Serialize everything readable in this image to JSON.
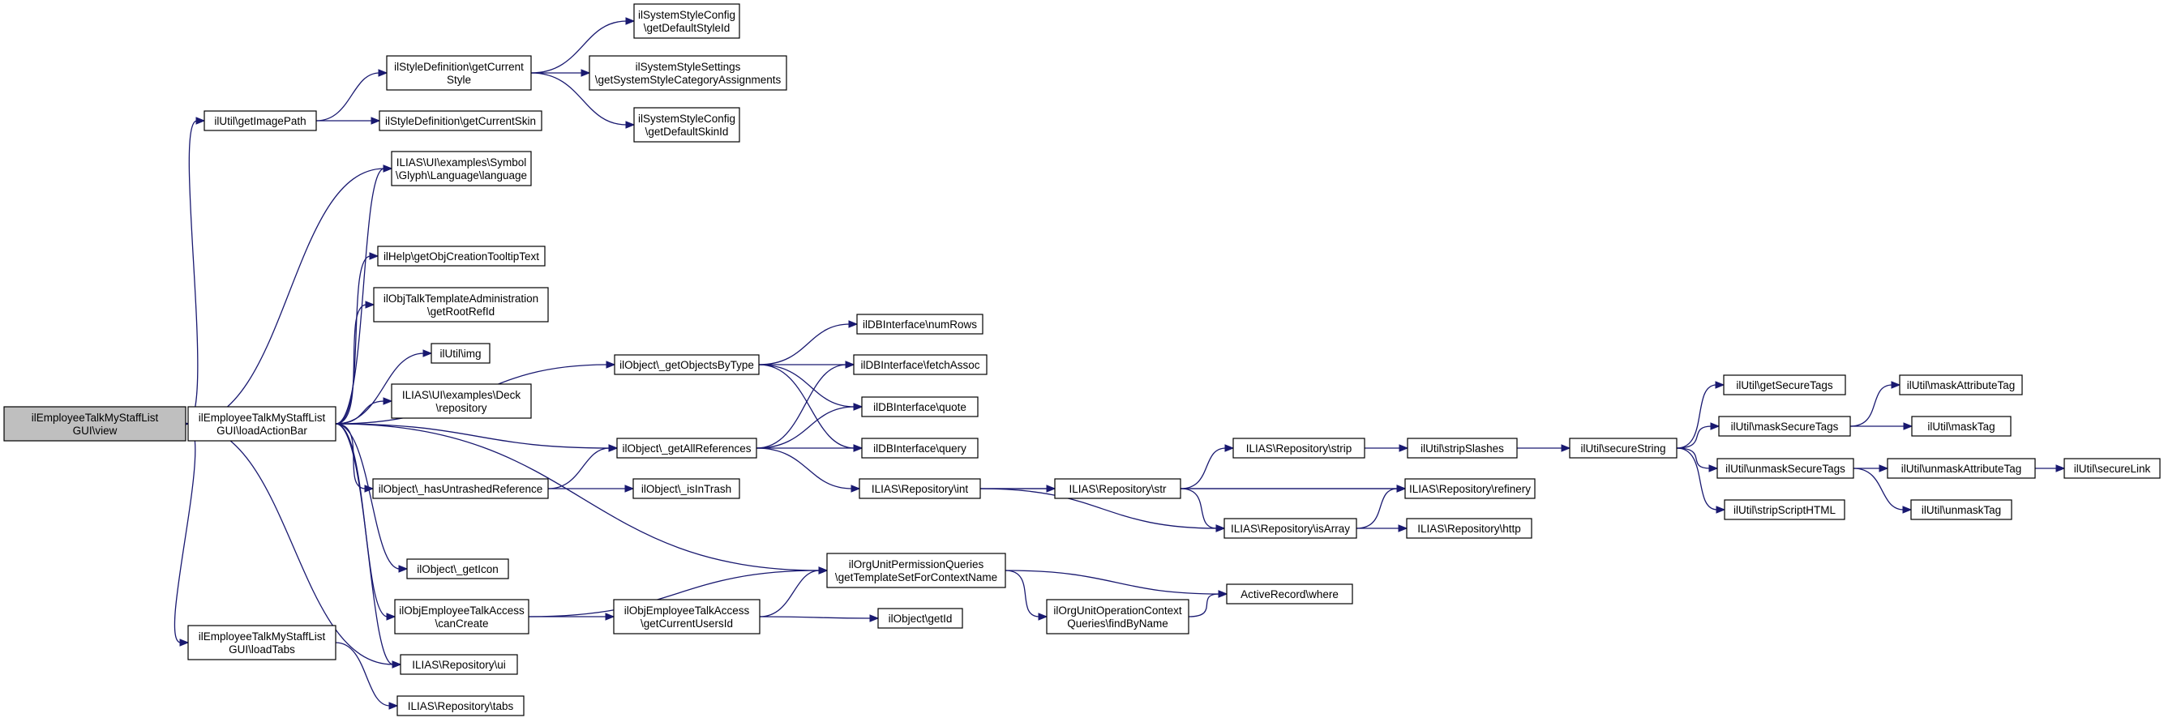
{
  "nodes": [
    {
      "id": "root",
      "lines": [
        "ilEmployeeTalkMyStaffList",
        "GUI\\view"
      ],
      "root": true
    },
    {
      "id": "getImagePath",
      "lines": [
        "ilUtil\\getImagePath"
      ]
    },
    {
      "id": "loadActionBar",
      "lines": [
        "ilEmployeeTalkMyStaffList",
        "GUI\\loadActionBar"
      ]
    },
    {
      "id": "loadTabs",
      "lines": [
        "ilEmployeeTalkMyStaffList",
        "GUI\\loadTabs"
      ]
    },
    {
      "id": "getCurrentStyle",
      "lines": [
        "ilStyleDefinition\\getCurrent",
        "Style"
      ]
    },
    {
      "id": "getCurrentSkin",
      "lines": [
        "ilStyleDefinition\\getCurrentSkin"
      ]
    },
    {
      "id": "getDefaultStyleId",
      "lines": [
        "ilSystemStyleConfig",
        "\\getDefaultStyleId"
      ]
    },
    {
      "id": "getSystemStyleCategoryAssignments",
      "lines": [
        "ilSystemStyleSettings",
        "\\getSystemStyleCategoryAssignments"
      ]
    },
    {
      "id": "getDefaultSkinId",
      "lines": [
        "ilSystemStyleConfig",
        "\\getDefaultSkinId"
      ]
    },
    {
      "id": "language",
      "lines": [
        "ILIAS\\UI\\examples\\Symbol",
        "\\Glyph\\Language\\language"
      ]
    },
    {
      "id": "tooltip",
      "lines": [
        "ilHelp\\getObjCreationTooltipText"
      ]
    },
    {
      "id": "getRootRefId",
      "lines": [
        "ilObjTalkTemplateAdministration",
        "\\getRootRefId"
      ]
    },
    {
      "id": "img",
      "lines": [
        "ilUtil\\img"
      ]
    },
    {
      "id": "deckRepo",
      "lines": [
        "ILIAS\\UI\\examples\\Deck",
        "\\repository"
      ]
    },
    {
      "id": "hasUntrashed",
      "lines": [
        "ilObject\\_hasUntrashedReference"
      ]
    },
    {
      "id": "getIcon",
      "lines": [
        "ilObject\\_getIcon"
      ]
    },
    {
      "id": "canCreate",
      "lines": [
        "ilObjEmployeeTalkAccess",
        "\\canCreate"
      ]
    },
    {
      "id": "repoUi",
      "lines": [
        "ILIAS\\Repository\\ui"
      ]
    },
    {
      "id": "repoTabs",
      "lines": [
        "ILIAS\\Repository\\tabs"
      ]
    },
    {
      "id": "getObjectsByType",
      "lines": [
        "ilObject\\_getObjectsByType"
      ]
    },
    {
      "id": "getAllReferences",
      "lines": [
        "ilObject\\_getAllReferences"
      ]
    },
    {
      "id": "isInTrash",
      "lines": [
        "ilObject\\_isInTrash"
      ]
    },
    {
      "id": "getTemplateSet",
      "lines": [
        "ilOrgUnitPermissionQueries",
        "\\getTemplateSetForContextName"
      ]
    },
    {
      "id": "getCurrentUsersId",
      "lines": [
        "ilObjEmployeeTalkAccess",
        "\\getCurrentUsersId"
      ]
    },
    {
      "id": "numRows",
      "lines": [
        "ilDBInterface\\numRows"
      ]
    },
    {
      "id": "fetchAssoc",
      "lines": [
        "ilDBInterface\\fetchAssoc"
      ]
    },
    {
      "id": "quote",
      "lines": [
        "ilDBInterface\\quote"
      ]
    },
    {
      "id": "query",
      "lines": [
        "ilDBInterface\\query"
      ]
    },
    {
      "id": "repoInt",
      "lines": [
        "ILIAS\\Repository\\int"
      ]
    },
    {
      "id": "getId",
      "lines": [
        "ilObject\\getId"
      ]
    },
    {
      "id": "findByName",
      "lines": [
        "ilOrgUnitOperationContext",
        "Queries\\findByName"
      ]
    },
    {
      "id": "repoStr",
      "lines": [
        "ILIAS\\Repository\\str"
      ]
    },
    {
      "id": "repoStrip",
      "lines": [
        "ILIAS\\Repository\\strip"
      ]
    },
    {
      "id": "repoIsArray",
      "lines": [
        "ILIAS\\Repository\\isArray"
      ]
    },
    {
      "id": "activeRecordWhere",
      "lines": [
        "ActiveRecord\\where"
      ]
    },
    {
      "id": "stripSlashes",
      "lines": [
        "ilUtil\\stripSlashes"
      ]
    },
    {
      "id": "refinery",
      "lines": [
        "ILIAS\\Repository\\refinery"
      ]
    },
    {
      "id": "http",
      "lines": [
        "ILIAS\\Repository\\http"
      ]
    },
    {
      "id": "secureString",
      "lines": [
        "ilUtil\\secureString"
      ]
    },
    {
      "id": "getSecureTags",
      "lines": [
        "ilUtil\\getSecureTags"
      ]
    },
    {
      "id": "maskSecureTags",
      "lines": [
        "ilUtil\\maskSecureTags"
      ]
    },
    {
      "id": "unmaskSecureTags",
      "lines": [
        "ilUtil\\unmaskSecureTags"
      ]
    },
    {
      "id": "stripScriptHTML",
      "lines": [
        "ilUtil\\stripScriptHTML"
      ]
    },
    {
      "id": "maskAttributeTag",
      "lines": [
        "ilUtil\\maskAttributeTag"
      ]
    },
    {
      "id": "maskTag",
      "lines": [
        "ilUtil\\maskTag"
      ]
    },
    {
      "id": "unmaskAttributeTag",
      "lines": [
        "ilUtil\\unmaskAttributeTag"
      ]
    },
    {
      "id": "unmaskTag",
      "lines": [
        "ilUtil\\unmaskTag"
      ]
    },
    {
      "id": "secureLink",
      "lines": [
        "ilUtil\\secureLink"
      ]
    }
  ],
  "edges": [
    [
      "root",
      "getImagePath"
    ],
    [
      "root",
      "language"
    ],
    [
      "root",
      "loadActionBar"
    ],
    [
      "root",
      "loadTabs"
    ],
    [
      "root",
      "repoUi"
    ],
    [
      "getImagePath",
      "getCurrentStyle"
    ],
    [
      "getImagePath",
      "getCurrentSkin"
    ],
    [
      "getCurrentStyle",
      "getDefaultStyleId"
    ],
    [
      "getCurrentStyle",
      "getSystemStyleCategoryAssignments"
    ],
    [
      "getCurrentStyle",
      "getDefaultSkinId"
    ],
    [
      "loadActionBar",
      "language"
    ],
    [
      "loadActionBar",
      "tooltip"
    ],
    [
      "loadActionBar",
      "getRootRefId"
    ],
    [
      "loadActionBar",
      "img"
    ],
    [
      "loadActionBar",
      "deckRepo"
    ],
    [
      "loadActionBar",
      "hasUntrashed"
    ],
    [
      "loadActionBar",
      "getIcon"
    ],
    [
      "loadActionBar",
      "canCreate"
    ],
    [
      "loadActionBar",
      "repoUi"
    ],
    [
      "loadActionBar",
      "getObjectsByType"
    ],
    [
      "loadActionBar",
      "getAllReferences"
    ],
    [
      "loadActionBar",
      "getTemplateSet"
    ],
    [
      "loadTabs",
      "repoTabs"
    ],
    [
      "hasUntrashed",
      "getAllReferences"
    ],
    [
      "hasUntrashed",
      "isInTrash"
    ],
    [
      "canCreate",
      "getTemplateSet"
    ],
    [
      "canCreate",
      "getCurrentUsersId"
    ],
    [
      "getCurrentUsersId",
      "getTemplateSet"
    ],
    [
      "getCurrentUsersId",
      "getId"
    ],
    [
      "getObjectsByType",
      "numRows"
    ],
    [
      "getObjectsByType",
      "fetchAssoc"
    ],
    [
      "getObjectsByType",
      "quote"
    ],
    [
      "getObjectsByType",
      "query"
    ],
    [
      "getAllReferences",
      "fetchAssoc"
    ],
    [
      "getAllReferences",
      "quote"
    ],
    [
      "getAllReferences",
      "query"
    ],
    [
      "getAllReferences",
      "repoInt"
    ],
    [
      "repoInt",
      "repoStr"
    ],
    [
      "repoInt",
      "refinery"
    ],
    [
      "repoInt",
      "repoIsArray"
    ],
    [
      "getTemplateSet",
      "activeRecordWhere"
    ],
    [
      "getTemplateSet",
      "findByName"
    ],
    [
      "findByName",
      "activeRecordWhere"
    ],
    [
      "repoStr",
      "repoStrip"
    ],
    [
      "repoStr",
      "refinery"
    ],
    [
      "repoStr",
      "repoIsArray"
    ],
    [
      "repoStrip",
      "stripSlashes"
    ],
    [
      "repoIsArray",
      "refinery"
    ],
    [
      "repoIsArray",
      "http"
    ],
    [
      "stripSlashes",
      "secureString"
    ],
    [
      "secureString",
      "getSecureTags"
    ],
    [
      "secureString",
      "maskSecureTags"
    ],
    [
      "secureString",
      "unmaskSecureTags"
    ],
    [
      "secureString",
      "stripScriptHTML"
    ],
    [
      "maskSecureTags",
      "maskAttributeTag"
    ],
    [
      "maskSecureTags",
      "maskTag"
    ],
    [
      "unmaskSecureTags",
      "unmaskAttributeTag"
    ],
    [
      "unmaskSecureTags",
      "unmaskTag"
    ],
    [
      "unmaskAttributeTag",
      "secureLink"
    ]
  ]
}
